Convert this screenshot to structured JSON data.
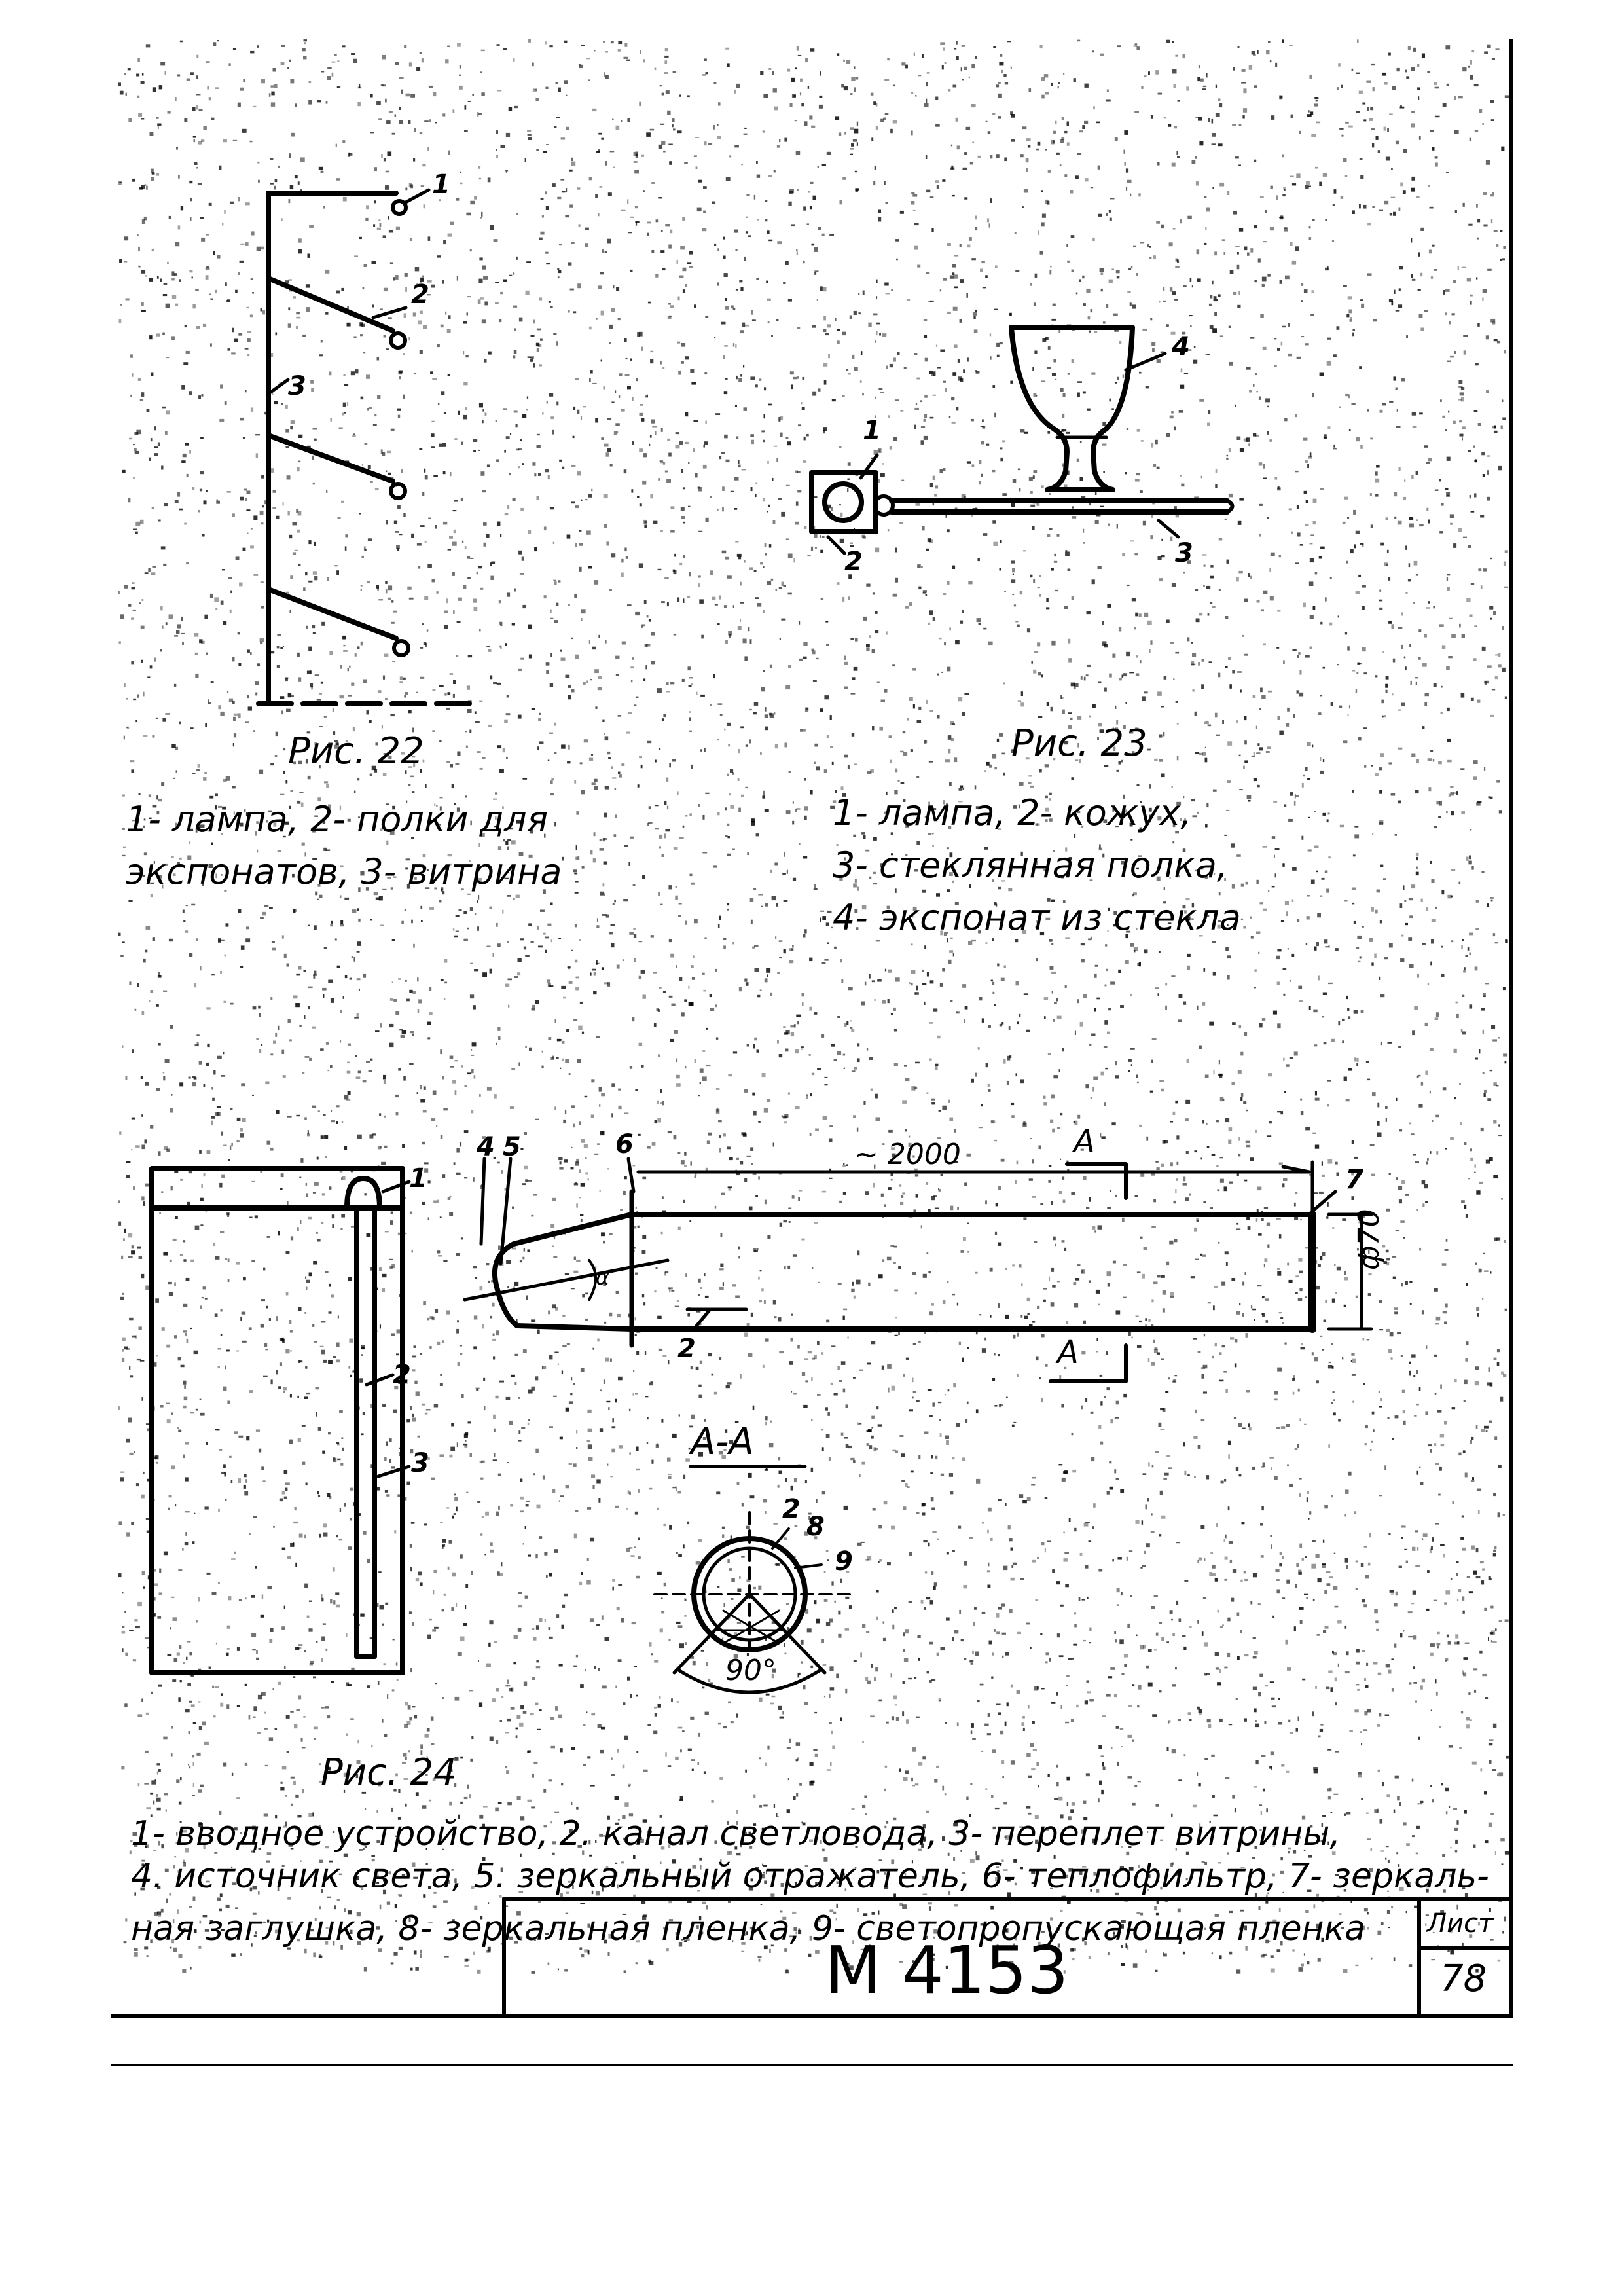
{
  "fig22": {
    "caption": "Рис. 22",
    "legend_line1": "1- лампа, 2- полки для",
    "legend_line2": "экспонатов, 3- витрина",
    "labels": [
      "1",
      "2",
      "3"
    ]
  },
  "fig23": {
    "caption": "Рис. 23",
    "legend_line1": "1- лампа, 2- кожух,",
    "legend_line2": "3- стеклянная полка,",
    "legend_line3": "4- экспонат из стекла",
    "labels": [
      "1",
      "2",
      "3",
      "4"
    ]
  },
  "fig24": {
    "caption": "Рис. 24",
    "legend_line1": "1- вводное устройство, 2. канал светловода, 3- переплет витрины,",
    "legend_line2": "4. источник света, 5. зеркальный отражатель, 6- теплофильтр, 7- зеркаль-",
    "legend_line3": "ная заглушка, 8- зеркальная пленка, 9- светопропускающая пленка",
    "dimension_length": "~ 2000",
    "dimension_diameter": "ф70",
    "section_mark": "А",
    "section_title": "А-А",
    "angle": "90°",
    "angle_small": "α",
    "labels": [
      "1",
      "2",
      "3",
      "4",
      "5",
      "6",
      "7",
      "8",
      "9"
    ]
  },
  "title_block": {
    "code": "М 4153",
    "sheet_label": "Лист",
    "sheet_number": "78"
  },
  "colors": {
    "ink": "#000000",
    "paper": "#ffffff"
  }
}
